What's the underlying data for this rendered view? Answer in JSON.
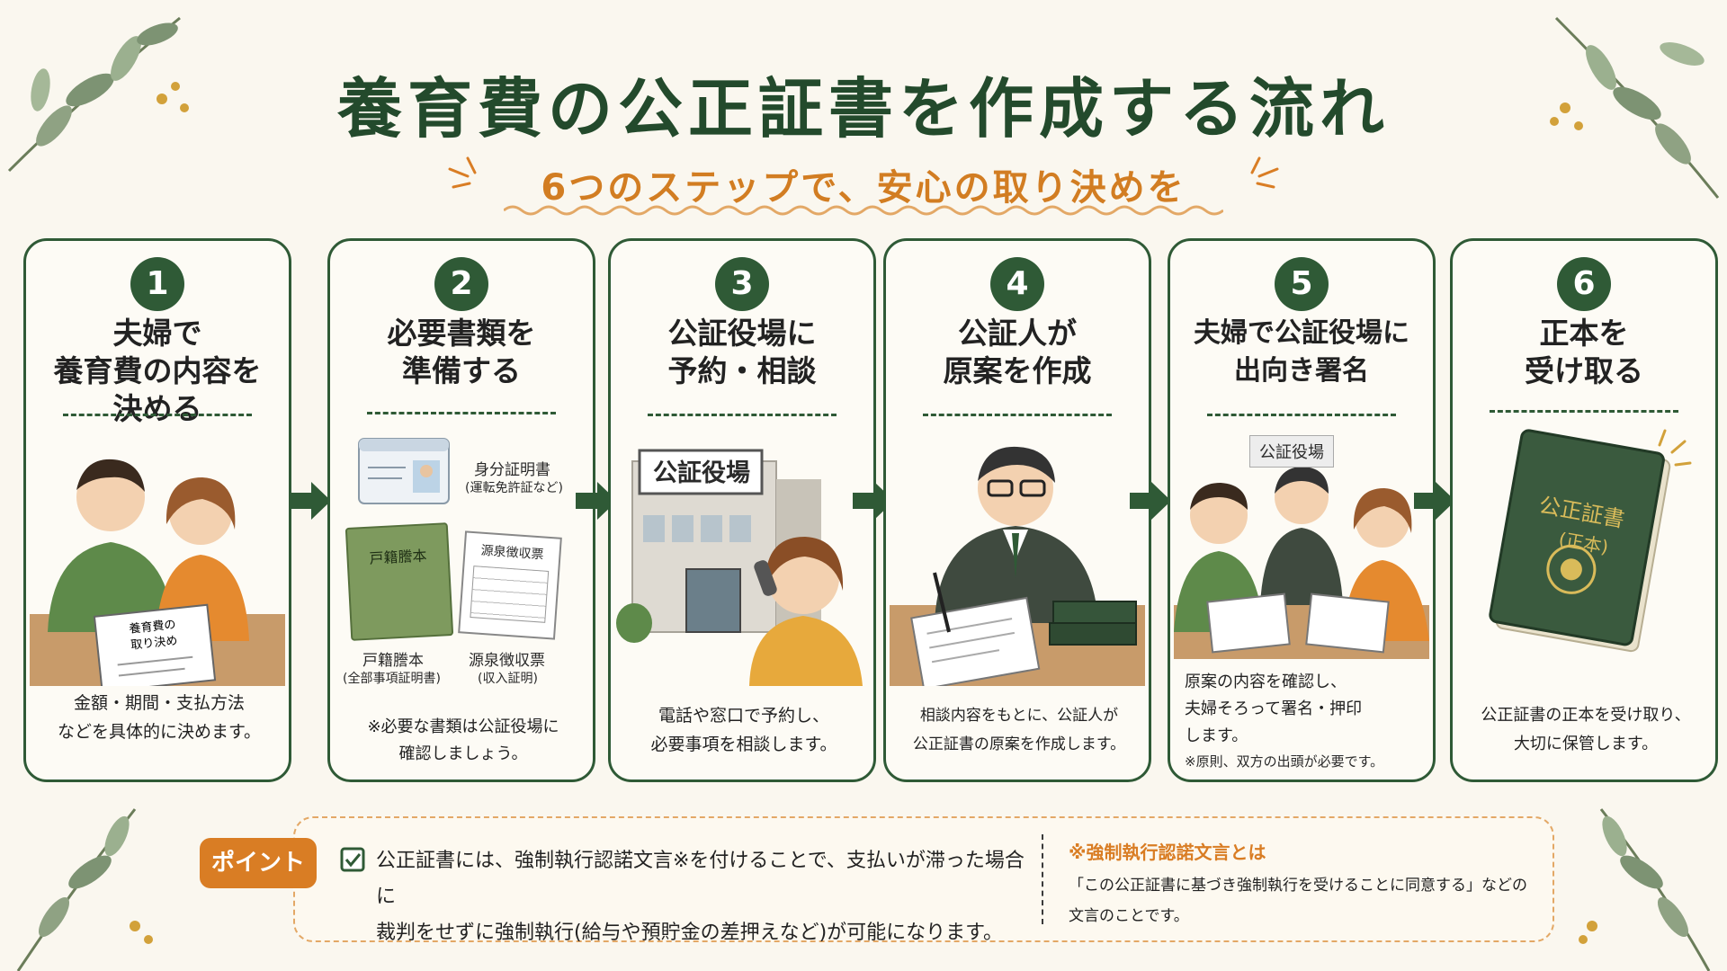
{
  "header": {
    "title": "養育費の公正証書を作成する流れ",
    "subtitle": "6つのステップで、安心の取り決めを"
  },
  "colors": {
    "green": "#2f5a36",
    "orange": "#d97d24",
    "background": "#faf7ef"
  },
  "steps": [
    {
      "number": "1",
      "title": "夫婦で\n養育費の内容を\n決める",
      "illustration": {
        "paper_text": "養育費の\n取り決め"
      },
      "description": "金額・期間・支払方法\nなどを具体的に決めます。"
    },
    {
      "number": "2",
      "title": "必要書類を\n準備する",
      "illustration": {
        "id_label": "身分証明書",
        "id_sub": "(運転免許証など)",
        "koseki_book": "戸籍謄本",
        "gensen_doc": "源泉徴収票",
        "koseki_label": "戸籍謄本",
        "koseki_sub": "(全部事項証明書)",
        "gensen_label": "源泉徴収票",
        "gensen_sub": "(収入証明)"
      },
      "description": "※必要な書類は公証役場に\n確認しましょう。"
    },
    {
      "number": "3",
      "title": "公証役場に\n予約・相談",
      "illustration": {
        "sign": "公証役場"
      },
      "description": "電話や窓口で予約し、\n必要事項を相談します。"
    },
    {
      "number": "4",
      "title": "公証人が\n原案を作成",
      "description": "相談内容をもとに、公証人が\n公正証書の原案を作成します。"
    },
    {
      "number": "5",
      "title": "夫婦で公証役場に\n出向き署名",
      "illustration": {
        "sign": "公証役場"
      },
      "description": "原案の内容を確認し、\n夫婦そろって署名・押印\nします。",
      "note": "※原則、双方の出頭が必要です。"
    },
    {
      "number": "6",
      "title": "正本を\n受け取る",
      "illustration": {
        "book_title": "公正証書",
        "book_sub": "(正本)"
      },
      "description": "公正証書の正本を受け取り、\n大切に保管します。"
    }
  ],
  "point": {
    "badge": "ポイント",
    "text": "公正証書には、強制執行認諾文言※を付けることで、支払いが滞った場合に\n裁判をせずに強制執行(給与や預貯金の差押えなど)が可能になります。",
    "note_title": "※強制執行認諾文言とは",
    "note_text": "「この公正証書に基づき強制執行を受けることに同意する」などの\n文言のことです。"
  }
}
